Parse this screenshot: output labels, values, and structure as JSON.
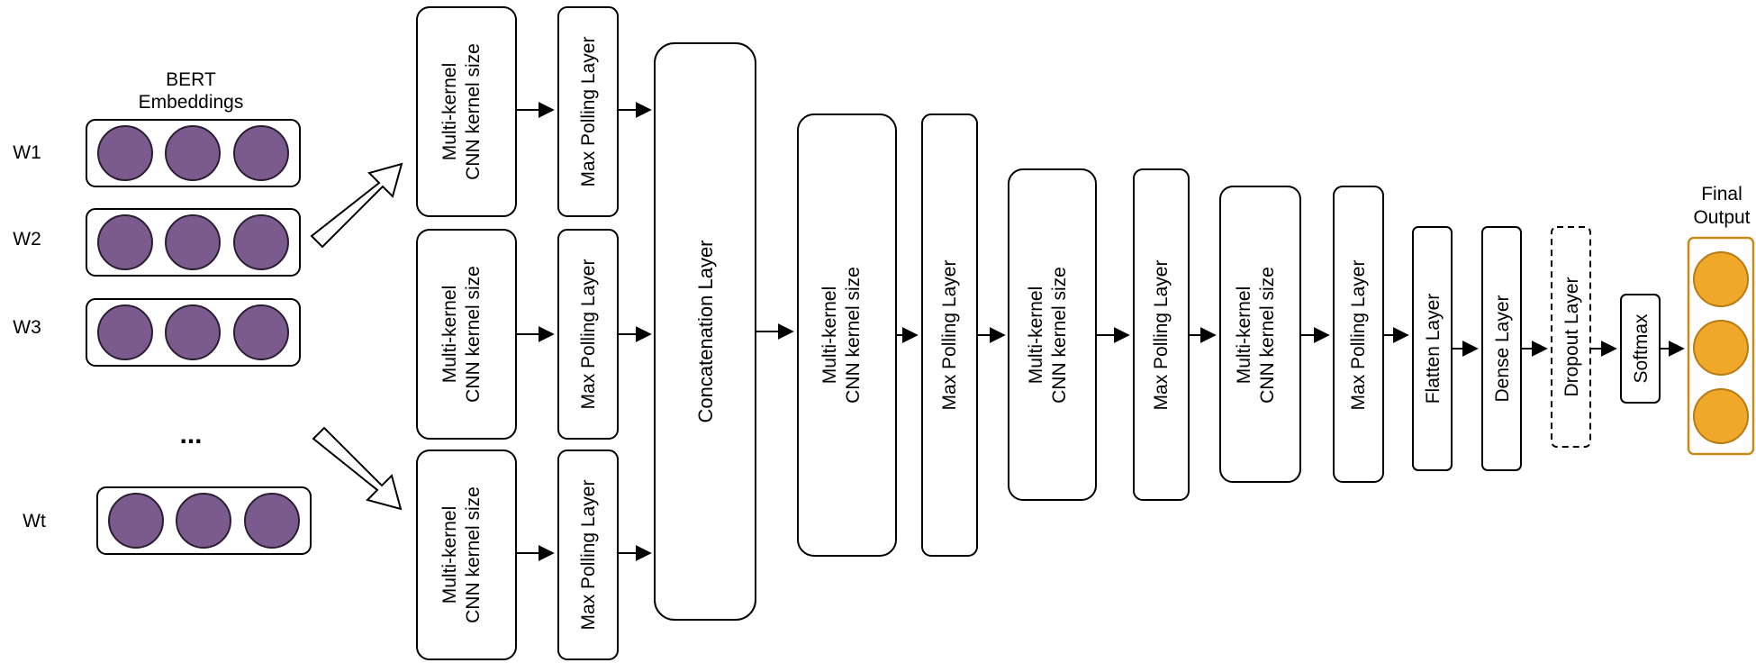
{
  "embeddings": {
    "title_line1": "BERT",
    "title_line2": "Embeddings",
    "rows": [
      "W1",
      "W2",
      "W3",
      "Wt"
    ],
    "ellipsis": "..."
  },
  "branches": {
    "cnn_line1": "Multi-kernel",
    "cnn_line2": "CNN kernel size",
    "pool": "Max Polling Layer"
  },
  "concat": "Concatenation Layer",
  "stages": [
    {
      "cnn_line1": "Multi-kernel",
      "cnn_line2": "CNN kernel size",
      "pool": "Max Polling Layer"
    },
    {
      "cnn_line1": "Multi-kernel",
      "cnn_line2": "CNN kernel size",
      "pool": "Max Polling Layer"
    },
    {
      "cnn_line1": "Multi-kernel",
      "cnn_line2": "CNN kernel size",
      "pool": "Max Polling Layer"
    }
  ],
  "flatten": "Flatten Layer",
  "dense": "Dense Layer",
  "dropout": "Dropout Layer",
  "softmax": "Softmax",
  "final": {
    "line1": "Final",
    "line2": "Output"
  },
  "colors": {
    "embedding_circle": "#7b5a8e",
    "output_circle": "#f0a82a"
  }
}
